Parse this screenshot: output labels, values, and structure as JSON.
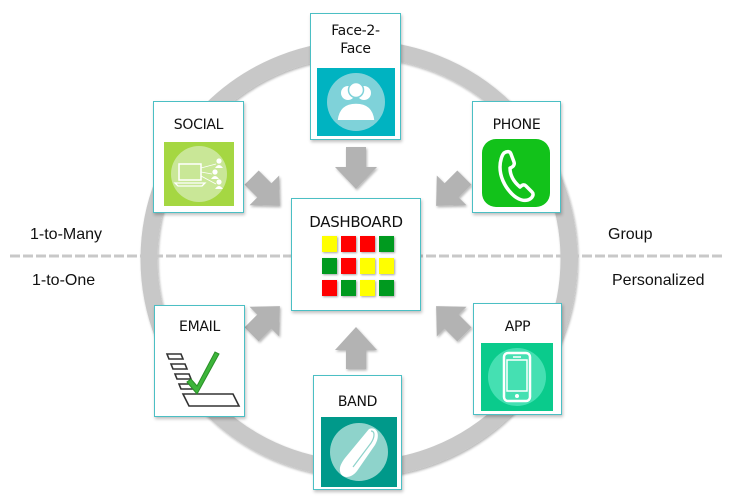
{
  "title": "Channels feeding a central dashboard",
  "axis_labels": {
    "top_left": "1-to-Many",
    "bottom_left": "1-to-One",
    "top_right": "Group",
    "bottom_right": "Personalized"
  },
  "center": {
    "label": "DASHBOARD",
    "grid": [
      [
        "yellow",
        "red",
        "red",
        "green"
      ],
      [
        "green",
        "red",
        "yellow",
        "yellow"
      ],
      [
        "red",
        "green",
        "yellow",
        "green"
      ]
    ]
  },
  "status_colors": {
    "red": "#ff0000",
    "green": "#009a1f",
    "yellow": "#ffff00"
  },
  "nodes": {
    "face2face": {
      "label_line1": "Face-2-",
      "label_line2": "Face",
      "icon": "people-group-icon",
      "tile_color": "#00b3c1"
    },
    "social": {
      "label": "SOCIAL",
      "icon": "laptop-network-icon",
      "tile_color": "#a5d742"
    },
    "phone": {
      "label": "PHONE",
      "icon": "phone-handset-icon",
      "tile_color": "#12c21a"
    },
    "email": {
      "label": "EMAIL",
      "icon": "checklist-icon",
      "tile_color": "#3db53a"
    },
    "app": {
      "label": "APP",
      "icon": "smartphone-icon",
      "tile_color": "#0acb8c"
    },
    "band": {
      "label": "BAND",
      "icon": "wristband-icon",
      "tile_color": "#00998a"
    }
  },
  "colors": {
    "ring": "#c8c8c8",
    "arrow": "#b3b3b3",
    "box_border": "#4bbfc4",
    "divider": "#c8c8c8"
  }
}
